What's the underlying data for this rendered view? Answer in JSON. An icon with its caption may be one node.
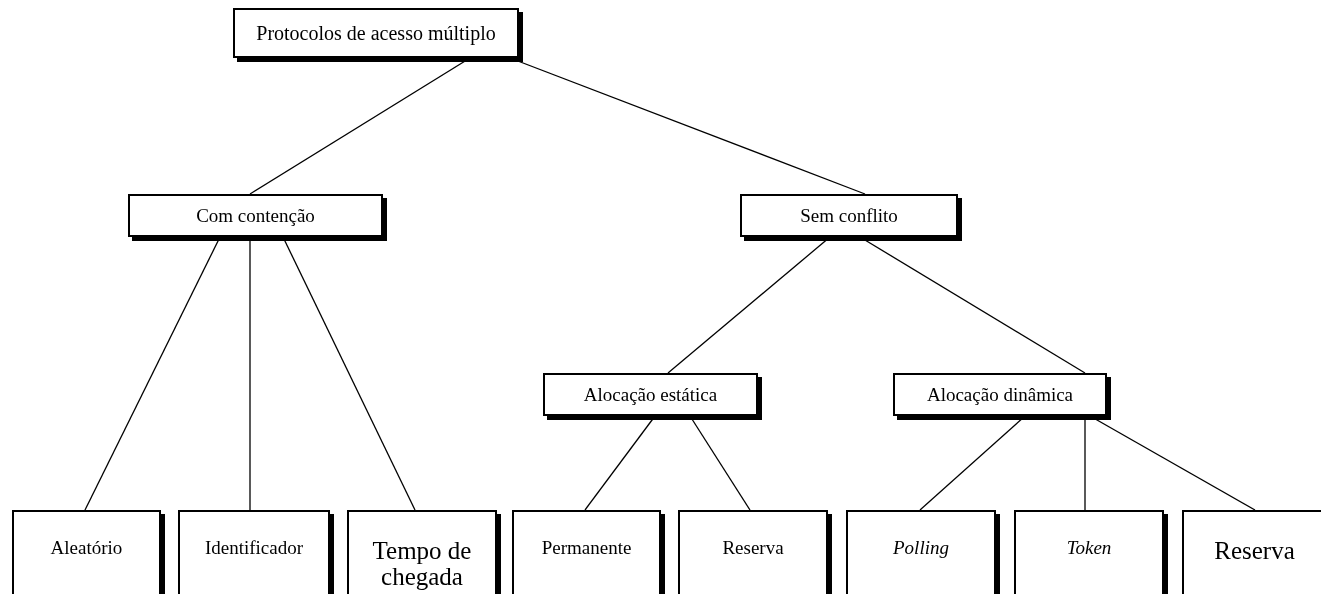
{
  "diagram": {
    "nodes": [
      {
        "text": [
          "Protocolos de acesso múltiplo"
        ]
      },
      {
        "text": [
          "Com contenção"
        ]
      },
      {
        "text": [
          "Sem conflito"
        ]
      },
      {
        "text": [
          "Aleatório"
        ]
      },
      {
        "text": [
          "Identificador"
        ]
      },
      {
        "text": [
          "Tempo de chegada"
        ]
      },
      {
        "text": [
          "Alocação estática"
        ]
      },
      {
        "text": [
          "Alocação dinâmica"
        ]
      },
      {
        "text": [
          "Permanente"
        ]
      },
      {
        "text": [
          "Reserva"
        ]
      },
      {
        "text": [
          "Polling"
        ]
      },
      {
        "text": [
          "Token"
        ]
      },
      {
        "text": [
          "Reserva"
        ]
      }
    ],
    "edges": [
      {
        "from": 0,
        "to": 1,
        "arrow": "none"
      },
      {
        "from": 0,
        "to": 2,
        "arrow": "none"
      },
      {
        "from": 1,
        "to": 3,
        "arrow": "none"
      },
      {
        "from": 1,
        "to": 4,
        "arrow": "none"
      },
      {
        "from": 1,
        "to": 5,
        "arrow": "none"
      },
      {
        "from": 2,
        "to": 6,
        "arrow": "none"
      },
      {
        "from": 2,
        "to": 7,
        "arrow": "none"
      },
      {
        "from": 6,
        "to": 8,
        "arrow": "none"
      },
      {
        "from": 6,
        "to": 9,
        "arrow": "none"
      },
      {
        "from": 7,
        "to": 10,
        "arrow": "none"
      },
      {
        "from": 7,
        "to": 11,
        "arrow": "none"
      },
      {
        "from": 7,
        "to": 12,
        "arrow": "none"
      }
    ]
  }
}
